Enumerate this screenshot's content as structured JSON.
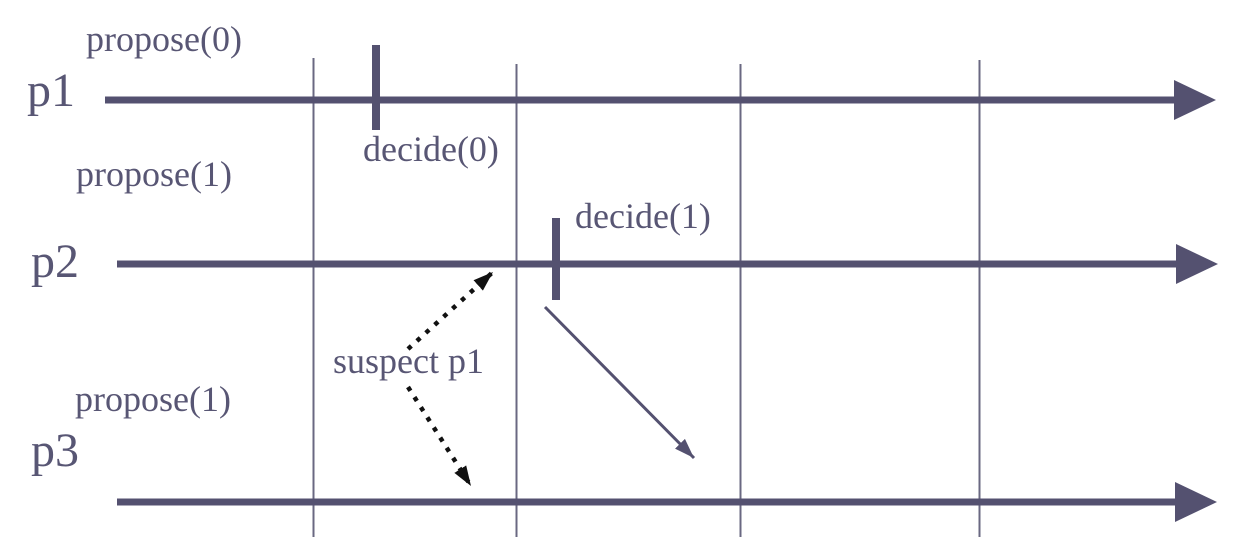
{
  "diagram": {
    "type": "process-timeline",
    "description": "Consensus run timeline with three processes, round boundaries, propose/decide events and failure-suspicion arrows",
    "processes": [
      {
        "label": "p1",
        "propose_label": "propose(0)",
        "decide_label": "decide(0)"
      },
      {
        "label": "p2",
        "propose_label": "propose(1)",
        "decide_label": "decide(1)"
      },
      {
        "label": "p3",
        "propose_label": "propose(1)"
      }
    ],
    "annotations": {
      "suspect_label": "suspect p1"
    },
    "round_boundaries_x": [
      313,
      516,
      740,
      979
    ],
    "colors": {
      "timeline": "#545170",
      "grid": "#6a6882",
      "text": "#585674",
      "dotted_arrow": "#111111",
      "background": "#ffffff"
    }
  }
}
